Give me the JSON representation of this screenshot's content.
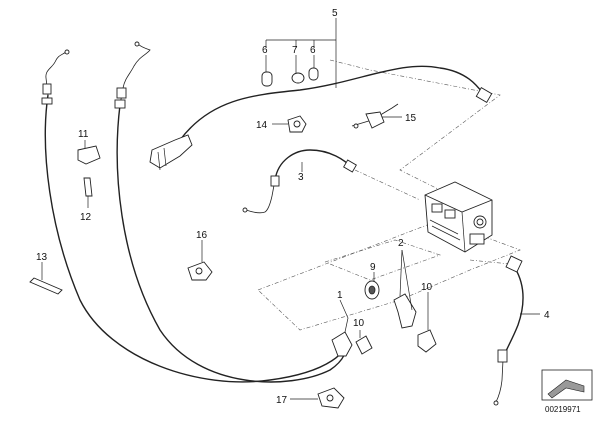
{
  "callouts": [
    {
      "id": "c1",
      "text": "1"
    },
    {
      "id": "c2",
      "text": "2"
    },
    {
      "id": "c3",
      "text": "3"
    },
    {
      "id": "c4",
      "text": "4"
    },
    {
      "id": "c5",
      "text": "5"
    },
    {
      "id": "c6a",
      "text": "6"
    },
    {
      "id": "c6b",
      "text": "6"
    },
    {
      "id": "c7",
      "text": "7"
    },
    {
      "id": "c9",
      "text": "9"
    },
    {
      "id": "c10a",
      "text": "10"
    },
    {
      "id": "c10b",
      "text": "10"
    },
    {
      "id": "c11",
      "text": "11"
    },
    {
      "id": "c12",
      "text": "12"
    },
    {
      "id": "c13",
      "text": "13"
    },
    {
      "id": "c14",
      "text": "14"
    },
    {
      "id": "c15",
      "text": "15"
    },
    {
      "id": "c16",
      "text": "16"
    },
    {
      "id": "c17",
      "text": "17"
    }
  ],
  "diagram_code": "00219971"
}
